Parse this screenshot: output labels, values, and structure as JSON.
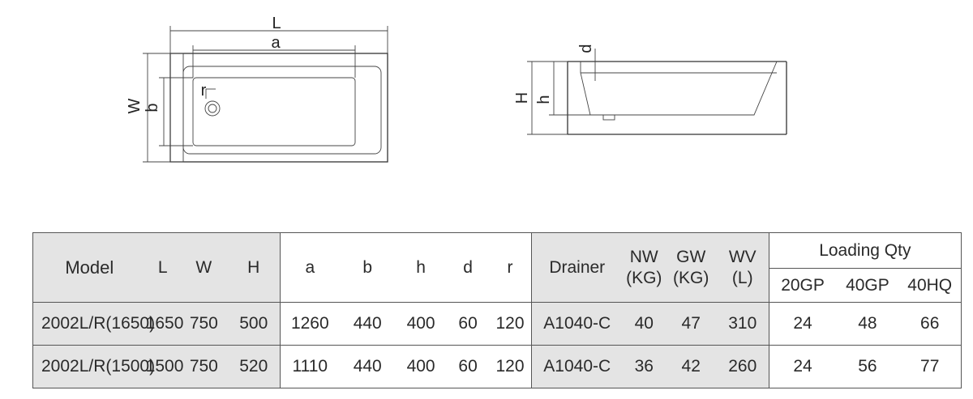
{
  "diagram": {
    "top_view_labels": {
      "L": "L",
      "a": "a",
      "W": "W",
      "b": "b",
      "r": "r"
    },
    "side_view_labels": {
      "H": "H",
      "h": "h",
      "d": "d"
    }
  },
  "table": {
    "headers": {
      "model": "Model",
      "L": "L",
      "W": "W",
      "H": "H",
      "a": "a",
      "b": "b",
      "h": "h",
      "d": "d",
      "r": "r",
      "drainer": "Drainer",
      "nw_1": "NW",
      "nw_2": "(KG)",
      "gw_1": "GW",
      "gw_2": "(KG)",
      "wv_1": "WV",
      "wv_2": "(L)",
      "loading": "Loading Qty",
      "gp20": "20GP",
      "gp40": "40GP",
      "hq40": "40HQ"
    },
    "rows": [
      {
        "model": "2002L/R(1650)",
        "L": "1650",
        "W": "750",
        "H": "500",
        "a": "1260",
        "b": "440",
        "h": "400",
        "d": "60",
        "r": "120",
        "drainer": "A1040-C",
        "nw": "40",
        "gw": "47",
        "wv": "310",
        "gp20": "24",
        "gp40": "48",
        "hq40": "66"
      },
      {
        "model": "2002L/R(1500)",
        "L": "1500",
        "W": "750",
        "H": "520",
        "a": "1110",
        "b": "440",
        "h": "400",
        "d": "60",
        "r": "120",
        "drainer": "A1040-C",
        "nw": "36",
        "gw": "42",
        "wv": "260",
        "gp20": "24",
        "gp40": "56",
        "hq40": "77"
      }
    ]
  }
}
